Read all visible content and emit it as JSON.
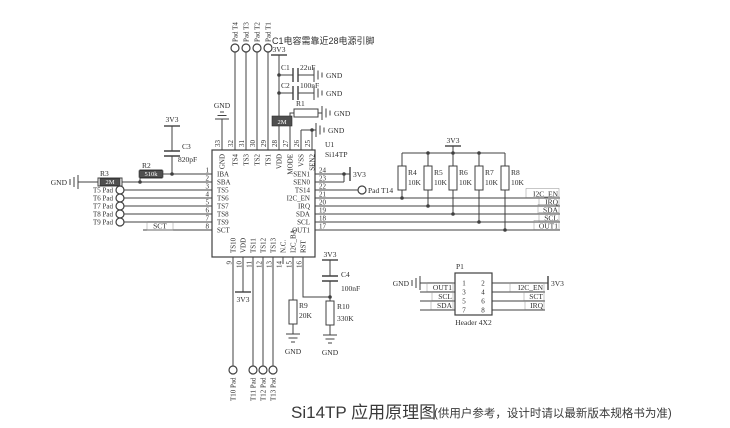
{
  "title": {
    "main": "Si14TP 应用原理图",
    "sub": "(供用户参考，设计时请以最新版本规格书为准)"
  },
  "note": "C1电容需靠近28电源引脚",
  "power": {
    "v33": "3V3",
    "gnd": "GND"
  },
  "ic": {
    "ref": "U1",
    "part": "Si14TP",
    "left_pins": [
      {
        "num": "1",
        "name": "IBA"
      },
      {
        "num": "2",
        "name": "SBA"
      },
      {
        "num": "3",
        "name": "TS5"
      },
      {
        "num": "4",
        "name": "TS6"
      },
      {
        "num": "5",
        "name": "TS7"
      },
      {
        "num": "6",
        "name": "TS8"
      },
      {
        "num": "7",
        "name": "TS9"
      },
      {
        "num": "8",
        "name": "SCT"
      }
    ],
    "right_pins": [
      {
        "num": "24",
        "name": "SEN1"
      },
      {
        "num": "23",
        "name": "SEN0"
      },
      {
        "num": "22",
        "name": "TS14"
      },
      {
        "num": "21",
        "name": "I2C_EN"
      },
      {
        "num": "20",
        "name": "IRQ"
      },
      {
        "num": "19",
        "name": "SDA"
      },
      {
        "num": "18",
        "name": "SCL"
      },
      {
        "num": "17",
        "name": "OUT1"
      }
    ],
    "top_pins": [
      {
        "num": "33",
        "name": "GND"
      },
      {
        "num": "32",
        "name": "TS4"
      },
      {
        "num": "31",
        "name": "TS3"
      },
      {
        "num": "30",
        "name": "TS2"
      },
      {
        "num": "29",
        "name": "TS1"
      },
      {
        "num": "28",
        "name": "VDD"
      },
      {
        "num": "27",
        "name": "MODE"
      },
      {
        "num": "26",
        "name": "VSS"
      },
      {
        "num": "25",
        "name": "SEN2"
      }
    ],
    "bottom_pins": [
      {
        "num": "9",
        "name": "TS10"
      },
      {
        "num": "10",
        "name": "VDD"
      },
      {
        "num": "11",
        "name": "TS11"
      },
      {
        "num": "12",
        "name": "TS12"
      },
      {
        "num": "13",
        "name": "TS13"
      },
      {
        "num": "14",
        "name": "N.C."
      },
      {
        "num": "15",
        "name": "I2C_BA"
      },
      {
        "num": "16",
        "name": "RST"
      }
    ]
  },
  "pads": {
    "top": [
      "Pad T4",
      "Pad T3",
      "Pad T2",
      "Pad T1"
    ],
    "left": [
      "T5 Pad",
      "T6 Pad",
      "T7 Pad",
      "T8 Pad",
      "T9 Pad"
    ],
    "bottom": [
      "T10 Pad",
      "T11 Pad",
      "T12 Pad",
      "T13 Pad"
    ],
    "t14": "Pad T14"
  },
  "components": {
    "c1": {
      "ref": "C1",
      "value": "22uF"
    },
    "c2": {
      "ref": "C2",
      "value": "100nF"
    },
    "c3": {
      "ref": "C3",
      "value": "820pF"
    },
    "c4": {
      "ref": "C4",
      "value": "100nF"
    },
    "r1": {
      "ref": "R1",
      "value": "2M"
    },
    "r2": {
      "ref": "R2",
      "value": "510k"
    },
    "r3": {
      "ref": "R3",
      "value": "2M"
    },
    "r4": {
      "ref": "R4",
      "value": "10K"
    },
    "r5": {
      "ref": "R5",
      "value": "10K"
    },
    "r6": {
      "ref": "R6",
      "value": "10K"
    },
    "r7": {
      "ref": "R7",
      "value": "10K"
    },
    "r8": {
      "ref": "R8",
      "value": "10K"
    },
    "r9": {
      "ref": "R9",
      "value": "20K"
    },
    "r10": {
      "ref": "R10",
      "value": "330K"
    }
  },
  "nets": {
    "i2c_en": "I2C_EN",
    "irq": "IRQ",
    "sda": "SDA",
    "scl": "SCL",
    "out1": "OUT1",
    "sct": "SCT"
  },
  "header": {
    "ref": "P1",
    "type": "Header 4X2",
    "pin_numbers": [
      "1",
      "2",
      "3",
      "4",
      "5",
      "6",
      "7",
      "8"
    ]
  }
}
